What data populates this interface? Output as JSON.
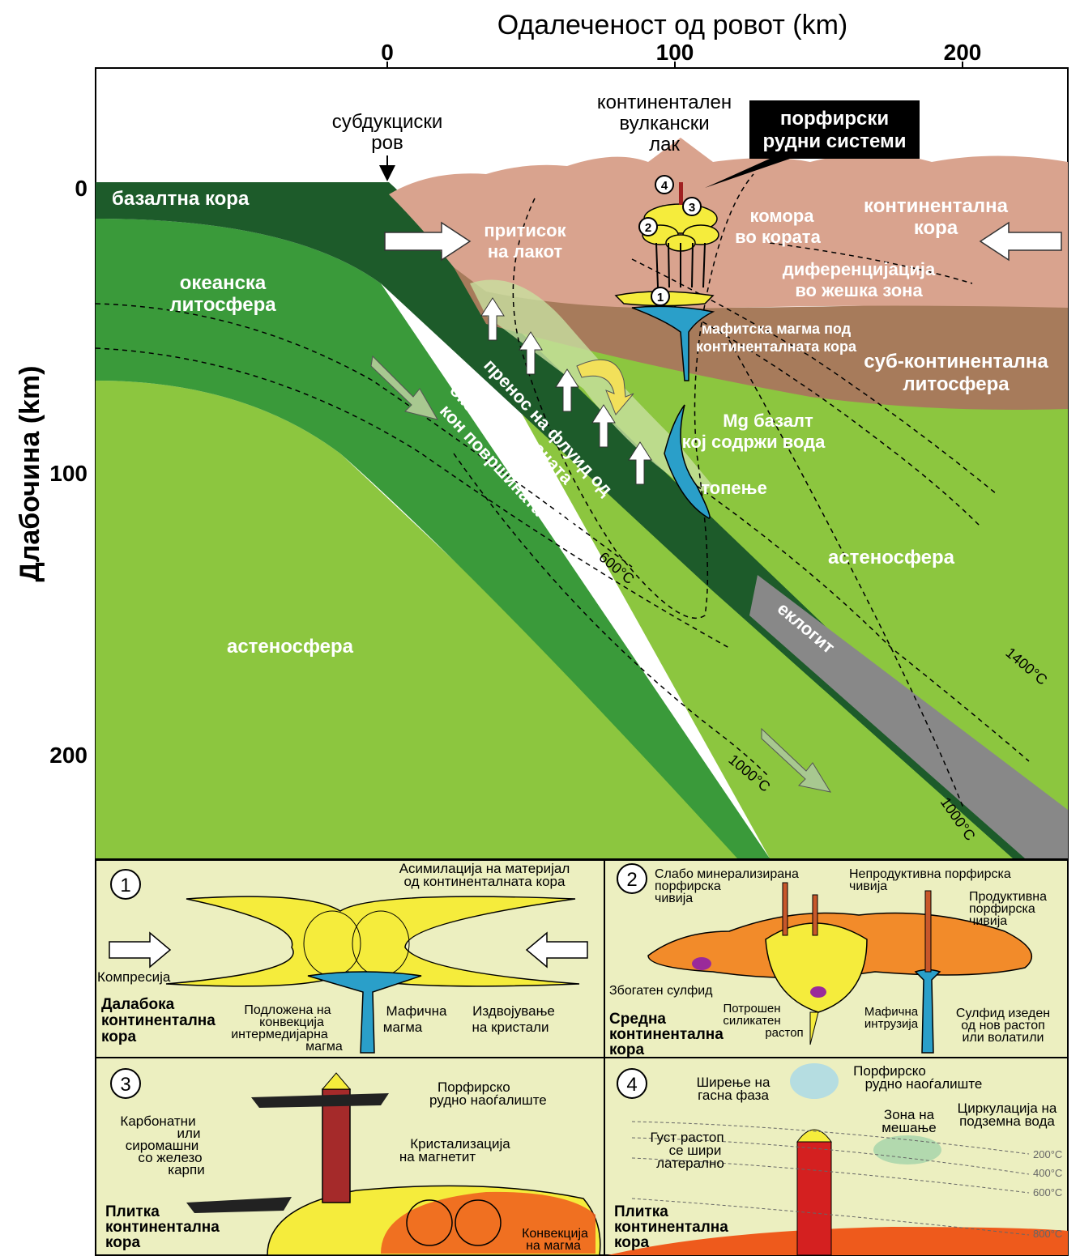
{
  "top_axis": {
    "title": "Одалеченост од ровот (km)",
    "ticks": [
      "0",
      "100",
      "200"
    ]
  },
  "left_axis": {
    "title": "Длабочина (km)",
    "ticks": [
      "0",
      "100",
      "200"
    ]
  },
  "main": {
    "trench_label_1": "субдукциски",
    "trench_label_2": "ров",
    "arc_label_1": "континентален",
    "arc_label_2": "вулкански",
    "arc_label_3": "лак",
    "porphyry_box_1": "порфирски",
    "porphyry_box_2": "рудни системи",
    "basalt_crust": "базалтна кора",
    "oceanic_litho_1": "океанска",
    "oceanic_litho_2": "литосфера",
    "arc_push_1": "притисок",
    "arc_push_2": "на лакот",
    "cont_crust_1": "континентална",
    "cont_crust_2": "кора",
    "chamber_1": "комора",
    "chamber_2": "во кората",
    "differentiation_1": "диференцијација",
    "differentiation_2": "во жешка зона",
    "mafic_magma_1": "мафитска магма под",
    "mafic_magma_2": "континенталната кора",
    "subcont_1": "суб-континентална",
    "subcont_2": "литосфера",
    "mg_basalt_1": "Mg базалт",
    "mg_basalt_2": "кој содржи вода",
    "melting": "топење",
    "fluid_1": "пренос на флуид од",
    "fluid_2": "субдуцираната",
    "fluid_3": "океанска литосфера",
    "fluid_4": "кон површината",
    "astheno_right": "астеносфера",
    "astheno_left": "астеносфера",
    "eclogite": "еклогит",
    "iso_600": "600°C",
    "iso_1000a": "1000°C",
    "iso_1000b": "1000°C",
    "iso_1400": "1400°C",
    "markers": [
      "1",
      "2",
      "3",
      "4"
    ]
  },
  "panel1": {
    "num": "1",
    "assim_1": "Асимилација на материјал",
    "assim_2": "од континенталната кора",
    "compression": "Компресија",
    "deep_1": "Далабока",
    "deep_2": "континентална",
    "deep_3": "кора",
    "under_1": "Подложена на",
    "under_2": "конвекција",
    "under_3": "интермедијарна",
    "under_4": "магма",
    "mafic_1": "Мафична",
    "mafic_2": "магма",
    "sep_1": "Издвојување",
    "sep_2": "на кристали"
  },
  "panel2": {
    "num": "2",
    "weak_1": "Слабо минерализирана",
    "weak_2": "порфирска",
    "weak_3": "чивија",
    "unprod_1": "Непродуктивна порфирска",
    "unprod_2": "чивија",
    "prod_1": "Продуктивна",
    "prod_2": "порфирска",
    "prod_3": "чивија",
    "sulfide": "Збогатен сулфид",
    "spent_1": "Потрошен",
    "spent_2": "силикатен",
    "spent_3": "растоп",
    "intrus_1": "Мафична",
    "intrus_2": "интрузија",
    "eaten_1": "Сулфид изеден",
    "eaten_2": "од нов растоп",
    "eaten_3": "или волатили",
    "mid_1": "Средна",
    "mid_2": "континентална",
    "mid_3": "кора"
  },
  "panel3": {
    "num": "3",
    "deposit_1": "Порфирско",
    "deposit_2": "рудно наоѓалиште",
    "rocks_1": "Карбонатни",
    "rocks_2": "или",
    "rocks_3": "сиромашни",
    "rocks_4": "со железо",
    "rocks_5": "карпи",
    "magnetite_1": "Кристализација",
    "magnetite_2": "на магнетит",
    "shallow_1": "Плитка",
    "shallow_2": "континентална",
    "shallow_3": "кора",
    "conv_1": "Конвекција",
    "conv_2": "на магма"
  },
  "panel4": {
    "num": "4",
    "gas_1": "Ширење на",
    "gas_2": "гасна фаза",
    "deposit_1": "Порфирско",
    "deposit_2": "рудно наоѓалиште",
    "mix_1": "Зона на",
    "mix_2": "мешање",
    "circ_1": "Циркулација на",
    "circ_2": "подземна вода",
    "dense_1": "Густ растоп",
    "dense_2": "се шири",
    "dense_3": "латерално",
    "t200": "200°C",
    "t400": "400°C",
    "t600": "600°C",
    "t800": "800°C",
    "shallow_1": "Плитка",
    "shallow_2": "континентална",
    "shallow_3": "кора"
  },
  "colors": {
    "asthenosphere": "#8cc63f",
    "oceanic_litho": "#3a9a3a",
    "slab_dark": "#1d5b2a",
    "crust": "#d9a38e",
    "subcont": "#a77b5b",
    "eclogite": "#888888",
    "magma_yellow": "#f5ec3c",
    "mafic_blue": "#2a9fc9",
    "panel_bg": "#ecefc0"
  }
}
